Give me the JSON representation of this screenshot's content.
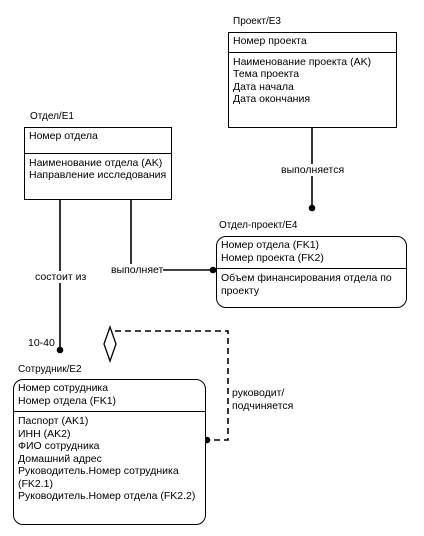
{
  "entities": {
    "project": {
      "title": "Проект/E3",
      "key": [
        "Номер проекта"
      ],
      "attributes": [
        "Наименование проекта (AK)",
        "Тема проекта",
        "Дата начала",
        "Дата окончания"
      ]
    },
    "department": {
      "title": "Отдел/E1",
      "key": [
        "Номер отдела"
      ],
      "attributes": [
        "Наименование отдела (AK)",
        "Направление исследования"
      ]
    },
    "dept_project": {
      "title": "Отдел-проект/E4",
      "key": [
        "Номер отдела (FK1)",
        "Номер проекта (FK2)"
      ],
      "attributes": [
        "Объем финансирования отдела по проекту"
      ]
    },
    "employee": {
      "title": "Сотрудник/E2",
      "key": [
        "Номер сотрудника",
        "Номер отдела (FK1)"
      ],
      "attributes": [
        "Паспорт (AK1)",
        "ИНН (AK2)",
        "ФИО сотрудника",
        "Домашний адрес",
        "Руководитель.Номер сотрудника (FK2.1)",
        "Руководитель.Номер отдела (FK2.2)"
      ]
    }
  },
  "relationships": {
    "executed": "выполняется",
    "executes": "выполняет",
    "consists_of": "состоит из",
    "cardinality": "10-40",
    "manages": "руководит/ подчиняется"
  }
}
